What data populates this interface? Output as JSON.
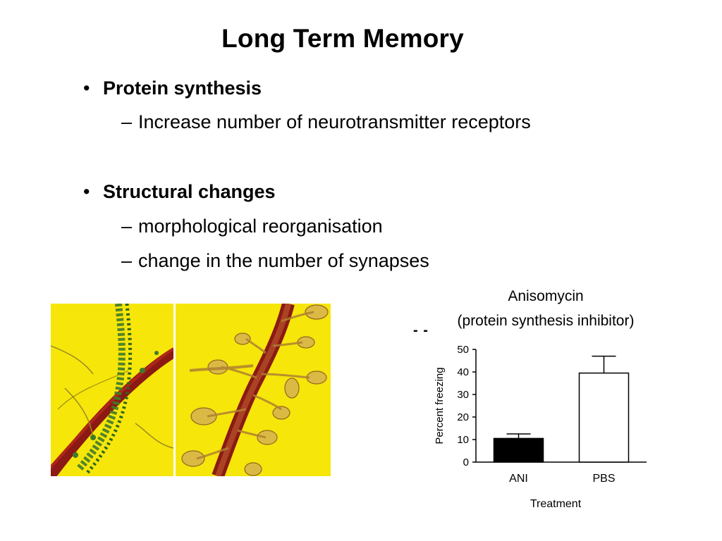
{
  "slide": {
    "title": "Long Term Memory",
    "bullets": [
      {
        "label": "Protein synthesis",
        "subs": [
          "Increase number of neurotransmitter receptors"
        ]
      },
      {
        "label": "Structural changes",
        "subs": [
          "morphological reorganisation",
          "change in the number of synapses"
        ]
      }
    ],
    "bullet_glyph": "•",
    "dash_glyph": "–"
  },
  "caption": {
    "line1": "Anisomycin",
    "line2": "(protein synthesis inhibitor)",
    "marker": "- -"
  },
  "chart_data": {
    "type": "bar",
    "categories": [
      "ANI",
      "PBS"
    ],
    "values": [
      10.5,
      39.5
    ],
    "errors": [
      2,
      7.5
    ],
    "bar_colors": [
      "#000000",
      "#ffffff"
    ],
    "xlabel": "Treatment",
    "ylabel": "Percent freezing",
    "ylim": [
      0,
      50
    ],
    "yticks": [
      0,
      10,
      20,
      30,
      40,
      50
    ],
    "grid": false
  },
  "images": {
    "left": "microscopy-dendrite-thin-spines",
    "right": "microscopy-dendrite-enlarged-spines",
    "colors": {
      "background": "#f6e60a",
      "dendrite": "#8b1a14",
      "spine_green": "#3f7a2a",
      "spine_amber": "#c9a03a"
    }
  }
}
